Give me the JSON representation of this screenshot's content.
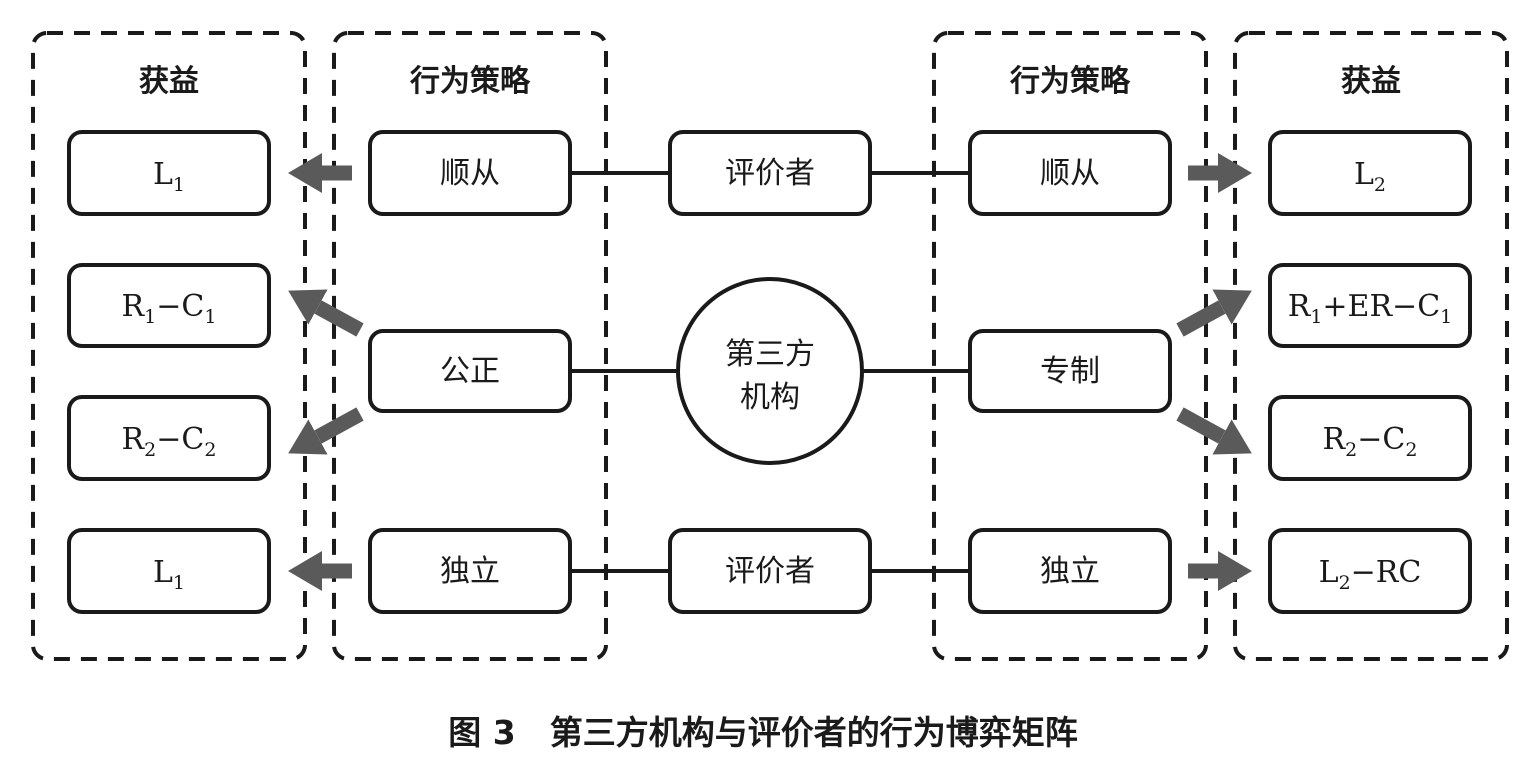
{
  "headers": {
    "left_payoff": "获益",
    "left_strategy": "行为策略",
    "right_strategy": "行为策略",
    "right_payoff": "获益"
  },
  "center": {
    "top_evaluator": "评价者",
    "bottom_evaluator": "评价者",
    "third_party_line1": "第三方",
    "third_party_line2": "机构"
  },
  "left_strategies": {
    "s1": "顺从",
    "s2": "公正",
    "s3": "独立"
  },
  "right_strategies": {
    "s1": "顺从",
    "s2": "专制",
    "s3": "独立"
  },
  "left_payoffs": {
    "p1": {
      "a": "L",
      "a_sub": "1"
    },
    "p2": {
      "a": "R",
      "a_sub": "1",
      "op": "−",
      "b": "C",
      "b_sub": "1"
    },
    "p3": {
      "a": "R",
      "a_sub": "2",
      "op": "−",
      "b": "C",
      "b_sub": "2"
    },
    "p4": {
      "a": "L",
      "a_sub": "1"
    }
  },
  "right_payoffs": {
    "p1": {
      "a": "L",
      "a_sub": "2"
    },
    "p2": {
      "a": "R",
      "a_sub": "1",
      "op": "+ER−",
      "b": "C",
      "b_sub": "1"
    },
    "p3": {
      "a": "R",
      "a_sub": "2",
      "op": "−",
      "b": "C",
      "b_sub": "2"
    },
    "p4": {
      "a": "L",
      "a_sub": "2",
      "op": "−RC"
    }
  },
  "caption": {
    "number": "图 3",
    "text": "第三方机构与评价者的行为博弈矩阵"
  },
  "colors": {
    "stroke": "#1a1a1a",
    "arrow": "#5a5a5a"
  }
}
